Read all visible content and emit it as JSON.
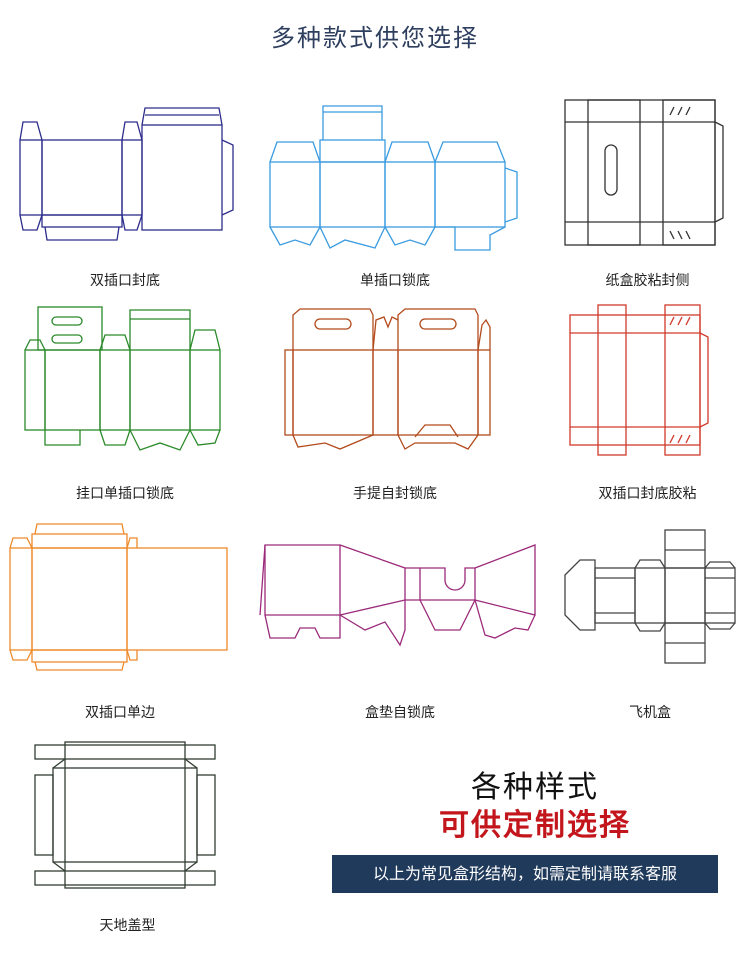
{
  "title": "多种款式供您选择",
  "items": [
    {
      "label": "双插口封底",
      "color": "#2d2d8c"
    },
    {
      "label": "单插口锁底",
      "color": "#3a9be0"
    },
    {
      "label": "纸盒胶粘封侧",
      "color": "#333333"
    },
    {
      "label": "挂口单插口锁底",
      "color": "#2a8a2a"
    },
    {
      "label": "手提自封锁底",
      "color": "#b34a1c"
    },
    {
      "label": "双插口封底胶粘",
      "color": "#d03a2a"
    },
    {
      "label": "双插口单边",
      "color": "#ee8a2a"
    },
    {
      "label": "盒垫自锁底",
      "color": "#9b2a7a"
    },
    {
      "label": "飞机盒",
      "color": "#444444"
    },
    {
      "label": "天地盖型",
      "color": "#333d33"
    }
  ],
  "promo": {
    "line1": "各种样式",
    "line2": "可供定制选择",
    "line2_color": "#c3161c",
    "banner": "以上为常见盒形结构，如需定制请联系客服",
    "banner_bg": "#203a5c"
  }
}
